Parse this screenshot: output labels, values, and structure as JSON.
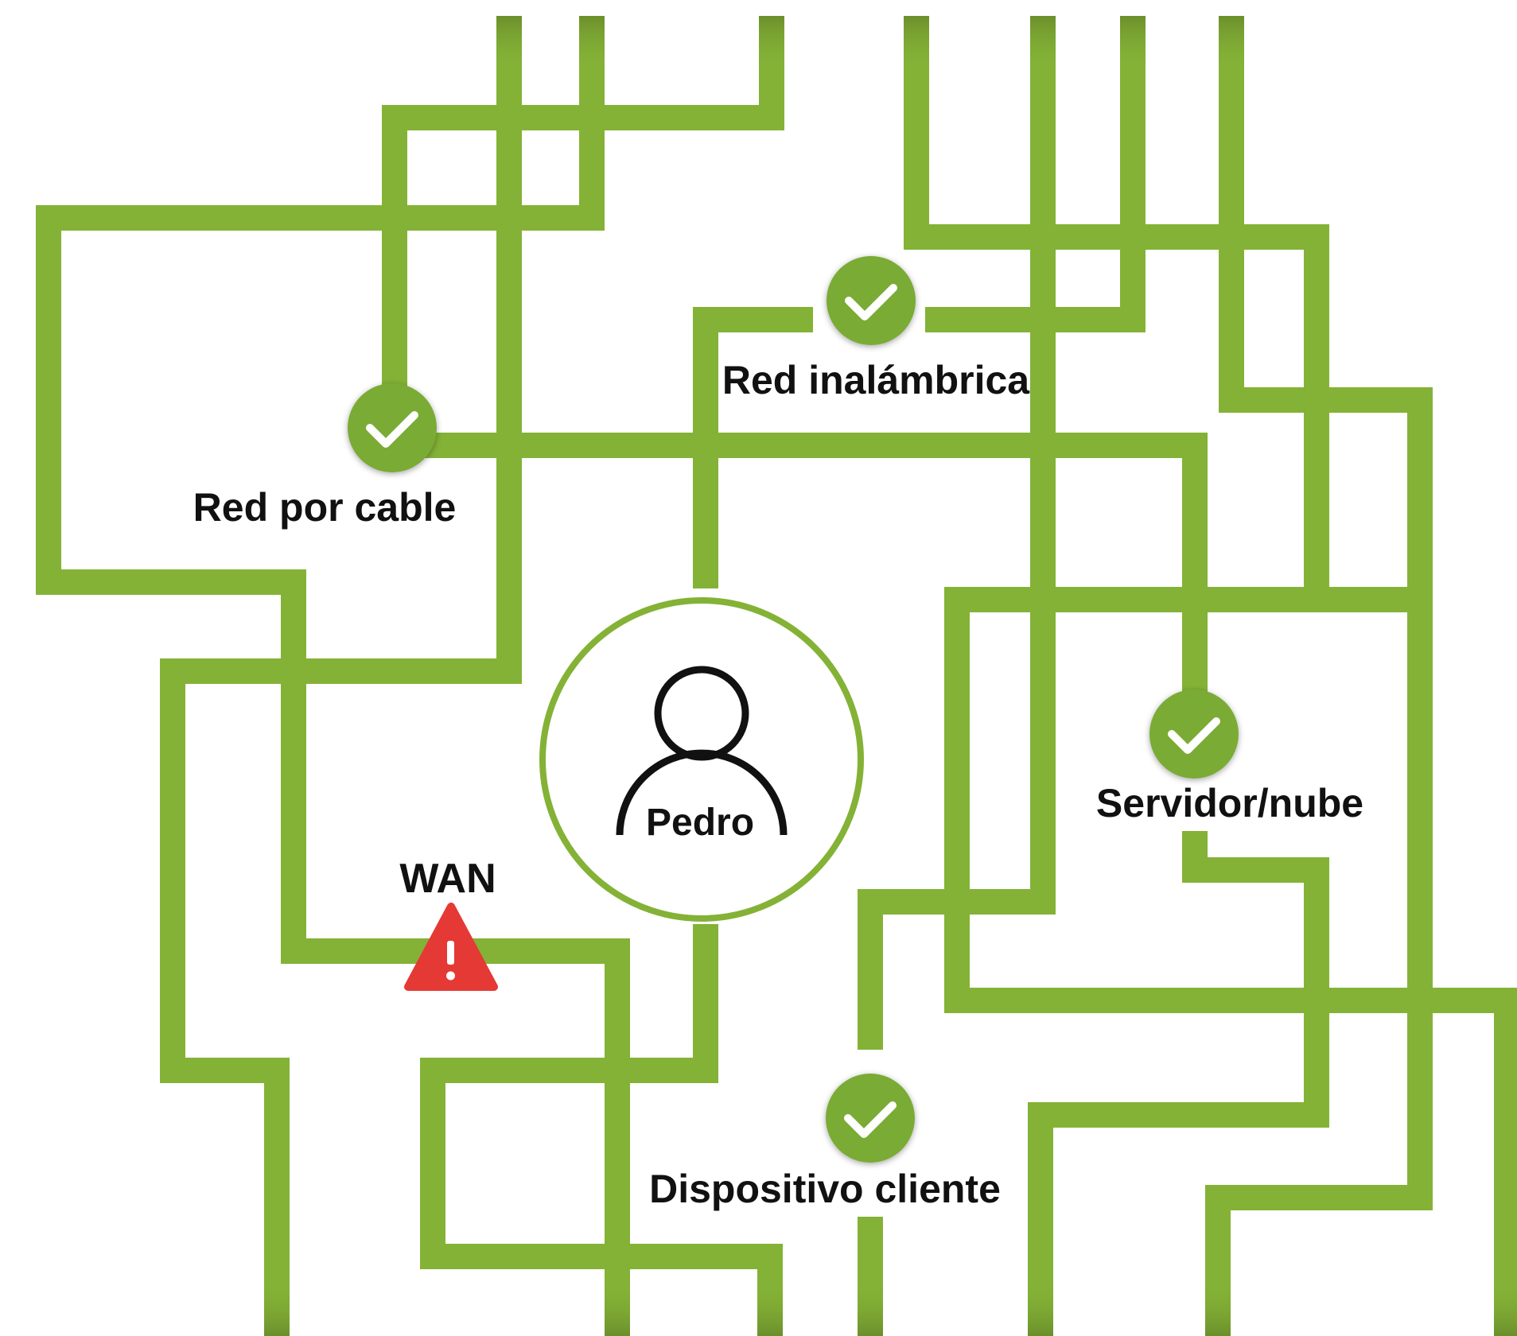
{
  "colors": {
    "pipe": "#84b236",
    "pipe_fade": "#6b8f2c",
    "badge_ok": "#7aab34",
    "warning": "#e53935",
    "text": "#111111",
    "background": "#ffffff"
  },
  "center_node": {
    "label": "Pedro",
    "icon": "person-icon"
  },
  "nodes": [
    {
      "id": "wired",
      "label": "Red por cable",
      "status": "ok",
      "icon": "check-icon"
    },
    {
      "id": "wireless",
      "label": "Red inalámbrica",
      "status": "ok",
      "icon": "check-icon"
    },
    {
      "id": "server",
      "label": "Servidor/nube",
      "status": "ok",
      "icon": "check-icon"
    },
    {
      "id": "client",
      "label": "Dispositivo cliente",
      "status": "ok",
      "icon": "check-icon"
    },
    {
      "id": "wan",
      "label": "WAN",
      "status": "warning",
      "icon": "warning-icon"
    }
  ]
}
